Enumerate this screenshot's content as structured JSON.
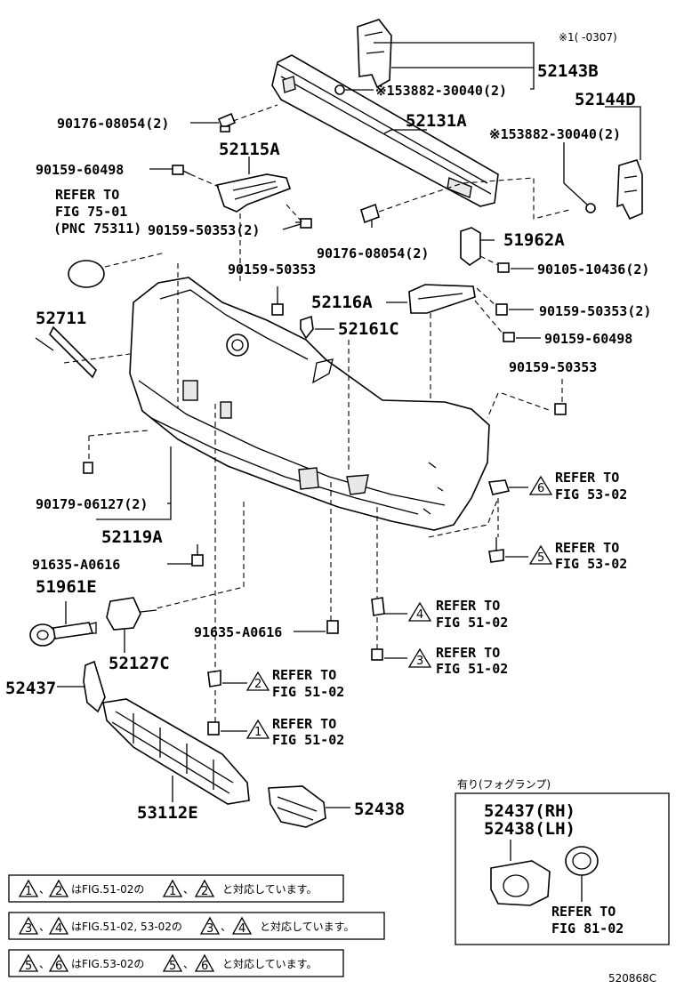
{
  "corner_note": "※1(      -0307)",
  "drawing_id": "520868C",
  "parts": {
    "p52143B": "52143B",
    "p153882_a": "※153882-30040(2)",
    "p52144D": "52144D",
    "p153882_b": "※153882-30040(2)",
    "p90176_a": "90176-08054(2)",
    "p52131A": "52131A",
    "p52115A": "52115A",
    "p90159_60498_a": "90159-60498",
    "refer_7501_l1": "REFER TO",
    "refer_7501_l2": "FIG 75-01",
    "refer_7501_l3": "(PNC 75311)",
    "p90159_50353_a": "90159-50353(2)",
    "p90176_b": "90176-08054(2)",
    "p51962A": "51962A",
    "p90105": "90105-10436(2)",
    "p90159_50353_b": "90159-50353",
    "p52711": "52711",
    "p52116A": "52116A",
    "p90159_50353_c": "90159-50353(2)",
    "p52161C": "52161C",
    "p90159_60498_b": "90159-60498",
    "p90159_50353_d": "90159-50353",
    "p90179": "90179-06127(2)",
    "p52119A": "52119A",
    "p91635_a": "91635-A0616",
    "p51961E": "51961E",
    "p52127C": "52127C",
    "p91635_b": "91635-A0616",
    "p52437": "52437",
    "p53112E": "53112E",
    "p52438": "52438"
  },
  "refers": [
    {
      "num": "6",
      "l1": "REFER TO",
      "l2": "FIG 53-02"
    },
    {
      "num": "5",
      "l1": "REFER TO",
      "l2": "FIG 53-02"
    },
    {
      "num": "4",
      "l1": "REFER TO",
      "l2": "FIG 51-02"
    },
    {
      "num": "3",
      "l1": "REFER TO",
      "l2": "FIG 51-02"
    },
    {
      "num": "2",
      "l1": "REFER TO",
      "l2": "FIG 51-02"
    },
    {
      "num": "1",
      "l1": "REFER TO",
      "l2": "FIG 51-02"
    }
  ],
  "fog_box": {
    "title": "有り(フォグランプ)",
    "rh": "52437(RH)",
    "lh": "52438(LH)",
    "refer_l1": "REFER TO",
    "refer_l2": "FIG 81-02"
  },
  "legend": [
    {
      "a": "1",
      "b": "2",
      "mid": "はFIG.51-02の",
      "c": "1",
      "d": "2",
      "tail": "と対応しています。"
    },
    {
      "a": "3",
      "b": "4",
      "mid": "はFIG.51-02, 53-02の",
      "c": "3",
      "d": "4",
      "tail": "と対応しています。"
    },
    {
      "a": "5",
      "b": "6",
      "mid": "はFIG.53-02の",
      "c": "5",
      "d": "6",
      "tail": "と対応しています。"
    }
  ],
  "legend_sep": "、"
}
